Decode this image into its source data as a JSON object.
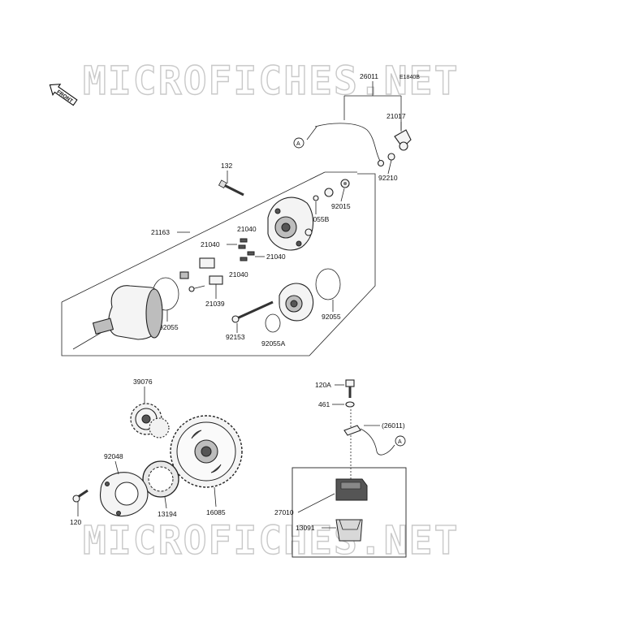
{
  "watermark": {
    "text": "MICROFICHES.NET"
  },
  "front_badge": {
    "label": "FRONT"
  },
  "diagram_ref": "E1840B",
  "callout_letter": "A",
  "labels": {
    "p26011": "26011",
    "p21017": "21017",
    "p92210": "92210",
    "p132": "132",
    "p92015": "92015",
    "p92055B": "92055B",
    "p21163": "21163",
    "p21040a": "21040",
    "p21040b": "21040",
    "p21040c": "21040",
    "p21040d": "21040",
    "p21039": "21039",
    "p92055a": "92055",
    "p92055b": "92055",
    "p92153": "92153",
    "p92055A": "92055A",
    "p39076": "39076",
    "p92048": "92048",
    "p120": "120",
    "p13194": "13194",
    "p16085": "16085",
    "p120A": "120A",
    "p461": "461",
    "p26011ref": "(26011)",
    "p27010": "27010",
    "p13091": "13091"
  }
}
